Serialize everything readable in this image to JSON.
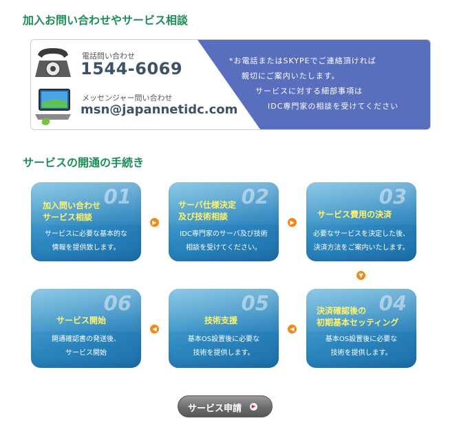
{
  "section1": {
    "title": "加入お問い合わせやサービス相談"
  },
  "contact": {
    "phone_label": "電話問い合わせ",
    "phone_number": "1544-6069",
    "messenger_label": "メッセンジャー問い合わせ",
    "messenger_id": "msn@japannetidc.com",
    "notes": [
      "*お電話またはSKYPEでご連絡頂ければ",
      "親切にご案内いたします。",
      "サービスに対する細部事項は",
      "IDC専門家の相談を受けてください"
    ],
    "accent_color": "#5a6ebe"
  },
  "section2": {
    "title": "サービスの開通の手続き"
  },
  "steps": [
    {
      "num": "01",
      "title": [
        "加入問い合わせ",
        "サービス相談"
      ],
      "desc": [
        "サービスに必要な基本的な",
        "情報を提供致します。"
      ]
    },
    {
      "num": "02",
      "title": [
        "サーバ仕様決定",
        "及び技術相談"
      ],
      "desc": [
        "IDC専門家のサーバ及び技術",
        "相談を受けてください。"
      ]
    },
    {
      "num": "03",
      "title": [
        "サービス費用の決済"
      ],
      "desc": [
        "必要なサービスを決定した後、",
        "決済方法をご案内いたします。"
      ]
    },
    {
      "num": "04",
      "title": [
        "決済確認後の",
        "初期基本セッティング"
      ],
      "desc": [
        "基本OS設置後に必要な",
        "技術を提供します。"
      ]
    },
    {
      "num": "05",
      "title": [
        "技術支援"
      ],
      "desc": [
        "基本OS設置後に必要な",
        "技術を提供します。"
      ]
    },
    {
      "num": "06",
      "title": [
        "サービス開始"
      ],
      "desc": [
        "開通確認書の発送後、",
        "サービス開始"
      ]
    }
  ],
  "apply_button": {
    "label": "サービス申請"
  },
  "icons": {
    "phone": "telephone-icon",
    "laptop": "laptop-icon",
    "arrow_right": "arrow-right-icon",
    "arrow_down": "arrow-down-icon",
    "arrow_left": "arrow-left-icon",
    "button_arrow": "chevron-right-icon"
  },
  "colors": {
    "heading": "#1d8d57",
    "step_title": "#fff36a",
    "arrow": "#f08a1c"
  }
}
